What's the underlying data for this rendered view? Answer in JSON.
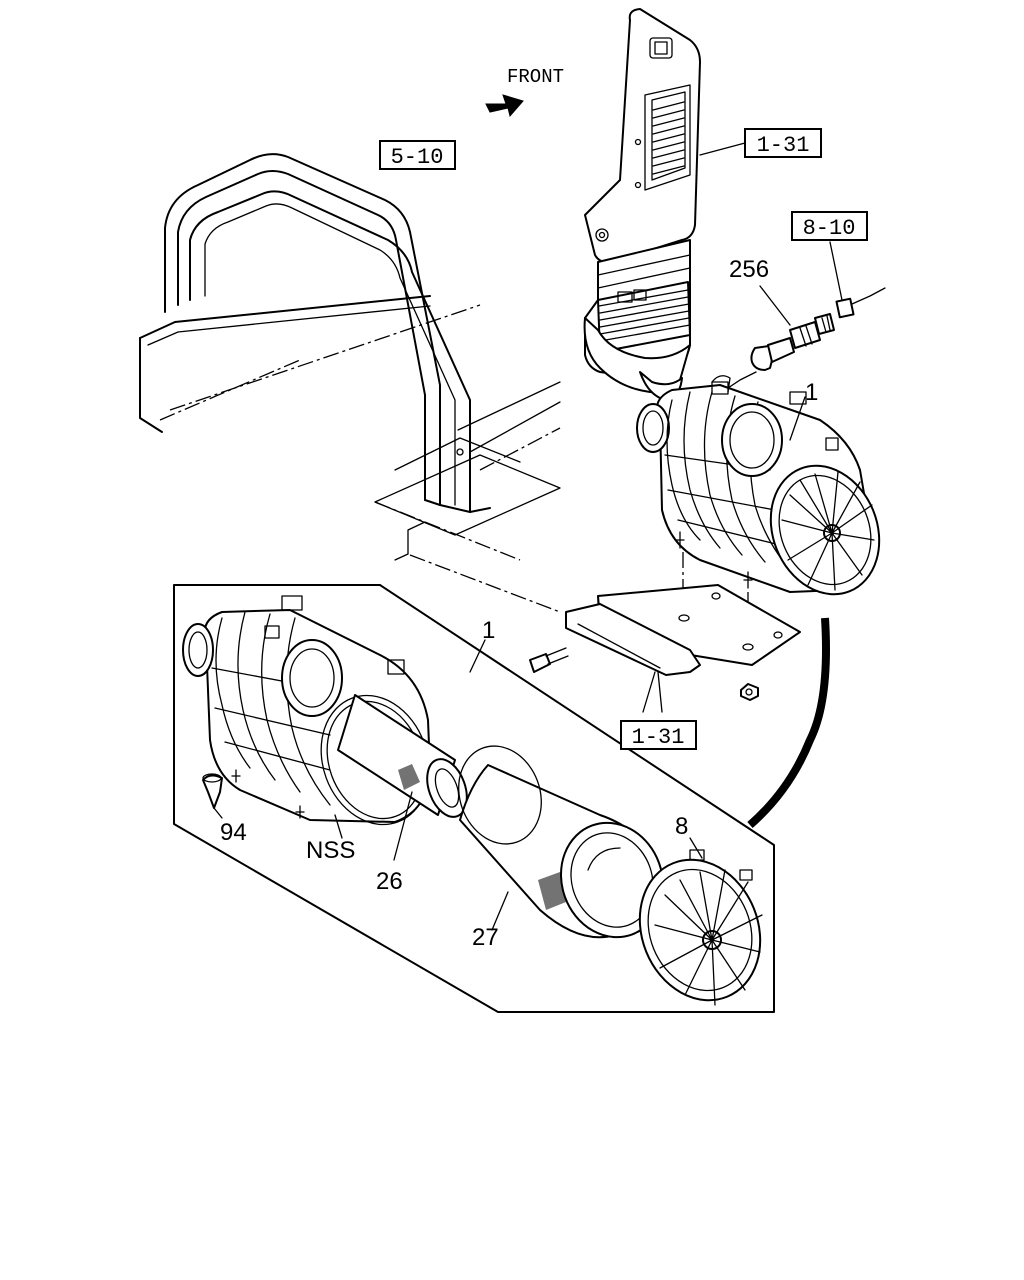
{
  "orientation": {
    "label": "FRONT",
    "arrow_icon": "arrow-right-icon"
  },
  "reference_boxes": [
    {
      "id": "ref-5-10",
      "text": "5-10"
    },
    {
      "id": "ref-1-31-top",
      "text": "1-31"
    },
    {
      "id": "ref-8-10",
      "text": "8-10"
    },
    {
      "id": "ref-1-31-bottom",
      "text": "1-31"
    }
  ],
  "callouts": [
    {
      "id": "callout-256",
      "text": "256"
    },
    {
      "id": "callout-1-upper",
      "text": "1"
    },
    {
      "id": "callout-1-lower",
      "text": "1"
    },
    {
      "id": "callout-8",
      "text": "8"
    },
    {
      "id": "callout-94",
      "text": "94"
    },
    {
      "id": "callout-nss",
      "text": "NSS"
    },
    {
      "id": "callout-26",
      "text": "26"
    },
    {
      "id": "callout-27",
      "text": "27"
    }
  ],
  "colors": {
    "line": "#000000",
    "background": "#ffffff"
  }
}
